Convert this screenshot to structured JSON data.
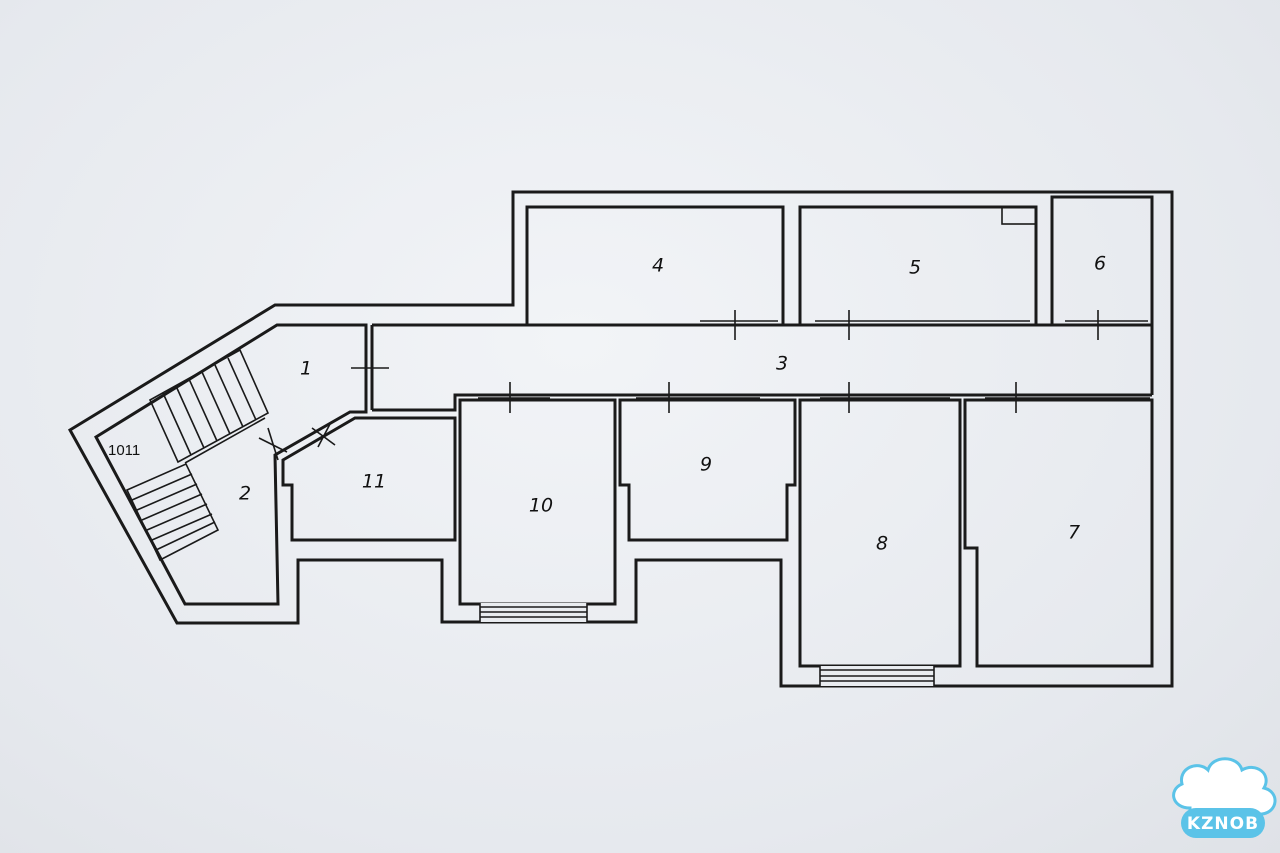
{
  "plan": {
    "rooms": [
      {
        "id": "1",
        "label": "1"
      },
      {
        "id": "2",
        "label": "2"
      },
      {
        "id": "3",
        "label": "3"
      },
      {
        "id": "4",
        "label": "4"
      },
      {
        "id": "5",
        "label": "5"
      },
      {
        "id": "6",
        "label": "6"
      },
      {
        "id": "7",
        "label": "7"
      },
      {
        "id": "8",
        "label": "8"
      },
      {
        "id": "9",
        "label": "9"
      },
      {
        "id": "10",
        "label": "10"
      },
      {
        "id": "11",
        "label": "11"
      }
    ],
    "stair_label": "1011"
  },
  "watermark": {
    "text": "KZNOB",
    "color": "#5bc3e8"
  },
  "colors": {
    "ink": "#1a1a1a",
    "paper": "#e9ecf0"
  }
}
